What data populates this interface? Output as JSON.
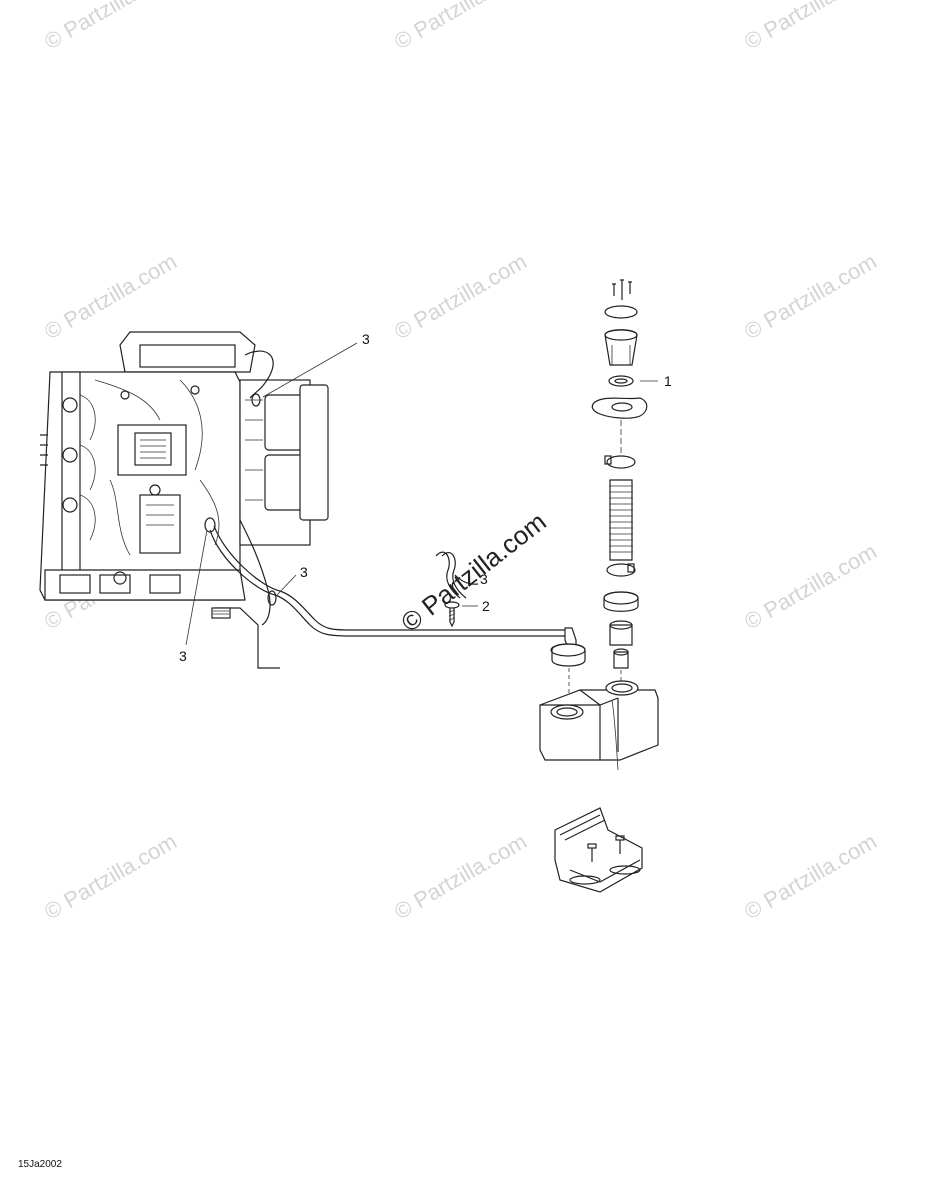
{
  "callouts": [
    "1",
    "2",
    "3",
    "3",
    "3",
    "3"
  ],
  "watermark": {
    "tiled_text": "© Partzilla.com",
    "center_text": "© Partzilla.com",
    "color": "#d4d4d4"
  },
  "diagram_code": "15Ja2002"
}
